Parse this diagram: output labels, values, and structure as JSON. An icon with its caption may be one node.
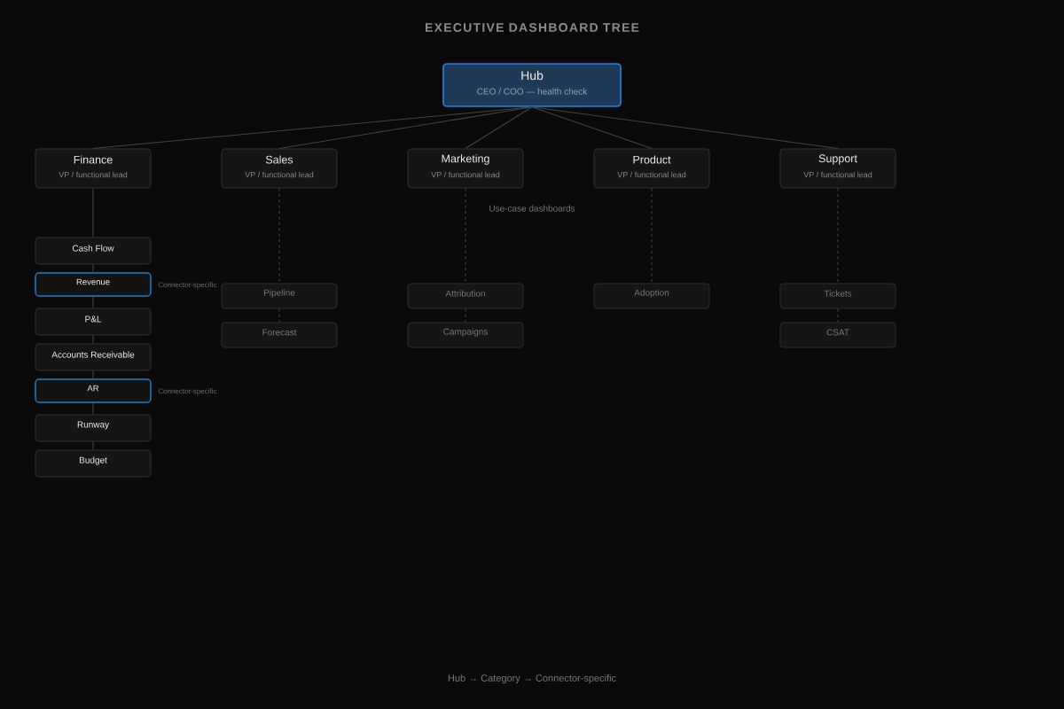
{
  "diagram": {
    "title": "EXECUTIVE DASHBOARD TREE",
    "caption": "Hub → Category → Connector-specific",
    "nodes": [
      {
        "text": [
          "Hub",
          "CEO / COO — health check"
        ]
      },
      {
        "text": [
          "Finance",
          "VP / functional lead"
        ]
      },
      {
        "text": [
          "Sales",
          "VP / functional lead"
        ]
      },
      {
        "text": [
          "Marketing",
          "VP / functional lead"
        ]
      },
      {
        "text": [
          "Product",
          "VP / functional lead"
        ]
      },
      {
        "text": [
          "Support",
          "VP / functional lead"
        ]
      },
      {
        "text": [
          "Cash Flow"
        ]
      },
      {
        "text": [
          "Revenue"
        ],
        "beside": [
          "Connector-specific"
        ]
      },
      {
        "text": [
          "P&L"
        ]
      },
      {
        "text": [
          "Accounts Receivable"
        ]
      },
      {
        "text": [
          "AR"
        ],
        "beside": [
          "Connector-specific"
        ]
      },
      {
        "text": [
          "Runway"
        ]
      },
      {
        "text": [
          "Budget"
        ]
      },
      {
        "text": [
          "Pipeline"
        ]
      },
      {
        "text": [
          "Forecast"
        ]
      },
      {
        "text": [
          "Attribution"
        ]
      },
      {
        "text": [
          "Campaigns"
        ]
      },
      {
        "text": [
          "Adoption"
        ]
      },
      {
        "text": [
          "Tickets"
        ]
      },
      {
        "text": [
          "CSAT"
        ]
      }
    ],
    "edges": [
      {
        "from": 0,
        "to": 1,
        "arrow": "none"
      },
      {
        "from": 0,
        "to": 2,
        "arrow": "none"
      },
      {
        "from": 0,
        "to": 3,
        "arrow": "none"
      },
      {
        "from": 0,
        "to": 4,
        "arrow": "none"
      },
      {
        "from": 0,
        "to": 5,
        "arrow": "none"
      },
      {
        "from": 1,
        "to": 6,
        "arrow": "none"
      },
      {
        "from": 6,
        "to": 7,
        "arrow": "none"
      },
      {
        "from": 7,
        "to": 8,
        "arrow": "none"
      },
      {
        "from": 8,
        "to": 9,
        "arrow": "none"
      },
      {
        "from": 9,
        "to": 10,
        "arrow": "none"
      },
      {
        "from": 10,
        "to": 11,
        "arrow": "none"
      },
      {
        "from": 11,
        "to": 12,
        "arrow": "none"
      },
      {
        "from": 2,
        "to": 13,
        "arrow": "none",
        "style": "dashed"
      },
      {
        "from": 13,
        "to": 14,
        "arrow": "none",
        "style": "dashed"
      },
      {
        "from": 3,
        "to": 15,
        "arrow": "none",
        "style": "dashed"
      },
      {
        "from": 15,
        "to": 16,
        "arrow": "none",
        "style": "dashed"
      },
      {
        "from": 4,
        "to": 17,
        "arrow": "none",
        "style": "dashed"
      },
      {
        "from": 5,
        "to": 18,
        "arrow": "none",
        "style": "dashed"
      },
      {
        "from": 18,
        "to": 19,
        "arrow": "none",
        "style": "dashed"
      }
    ],
    "labels": [
      "Use-case dashboards"
    ]
  }
}
